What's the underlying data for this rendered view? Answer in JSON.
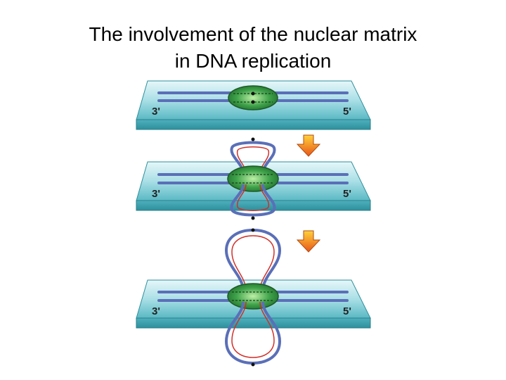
{
  "title": {
    "line1": "The involvement of the nuclear matrix",
    "line2": "in DNA replication"
  },
  "panels": [
    {
      "left_label": "3'",
      "right_label": "5'"
    },
    {
      "left_label": "3'",
      "right_label": "5'"
    },
    {
      "left_label": "3'",
      "right_label": "5'"
    }
  ],
  "colors": {
    "matrix_plate": "#5ab9c4",
    "plate_highlight": "#d6f2f5",
    "dna_strand": "#5a6fb8",
    "new_strand": "#d0302a",
    "replication_complex": "#2e8a3a",
    "arrow_top": "#ffd23a",
    "arrow_bottom": "#e8551a"
  }
}
